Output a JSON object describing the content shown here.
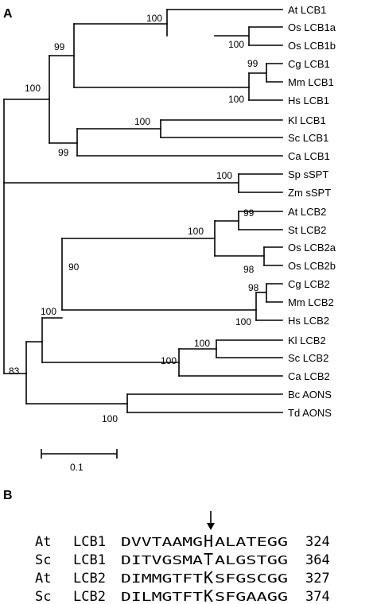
{
  "panels": {
    "a_label": "A",
    "b_label": "B"
  },
  "tree": {
    "leaves": [
      "At LCB1",
      "Os LCB1a",
      "Os LCB1b",
      "Cg LCB1",
      "Mm LCB1",
      "Hs LCB1",
      "Kl LCB1",
      "Sc LCB1",
      "Ca LCB1",
      "Sp sSPT",
      "Zm sSPT",
      "At LCB2",
      "St LCB2",
      "Os LCB2a",
      "Os LCB2b",
      "Cg LCB2",
      "Mm LCB2",
      "Hs LCB2",
      "Kl LCB2",
      "Sc LCB2",
      "Ca LCB2",
      "Bc AONS",
      "Td AONS"
    ],
    "bootstrap": [
      "100",
      "100",
      "99",
      "99",
      "100",
      "100",
      "100",
      "99",
      "100",
      "99",
      "100",
      "98",
      "90",
      "98",
      "100",
      "100",
      "100",
      "100",
      "83",
      "100"
    ],
    "scale_label": "0.1"
  },
  "alignment": {
    "rows": [
      {
        "species": "At",
        "protein": "LCB1",
        "pre": "DVVTAAMG",
        "key": "H",
        "post": "ALATEGG",
        "pos": "324"
      },
      {
        "species": "Sc",
        "protein": "LCB1",
        "pre": "DITVGSMA",
        "key": "T",
        "post": "ALGSTGG",
        "pos": "364"
      },
      {
        "species": "At",
        "protein": "LCB2",
        "pre": "DIMMGTFT",
        "key": "K",
        "post": "SFGSCGG",
        "pos": "327"
      },
      {
        "species": "Sc",
        "protein": "LCB2",
        "pre": "DILMGTFT",
        "key": "K",
        "post": "SFGAAGG",
        "pos": "374"
      }
    ]
  }
}
